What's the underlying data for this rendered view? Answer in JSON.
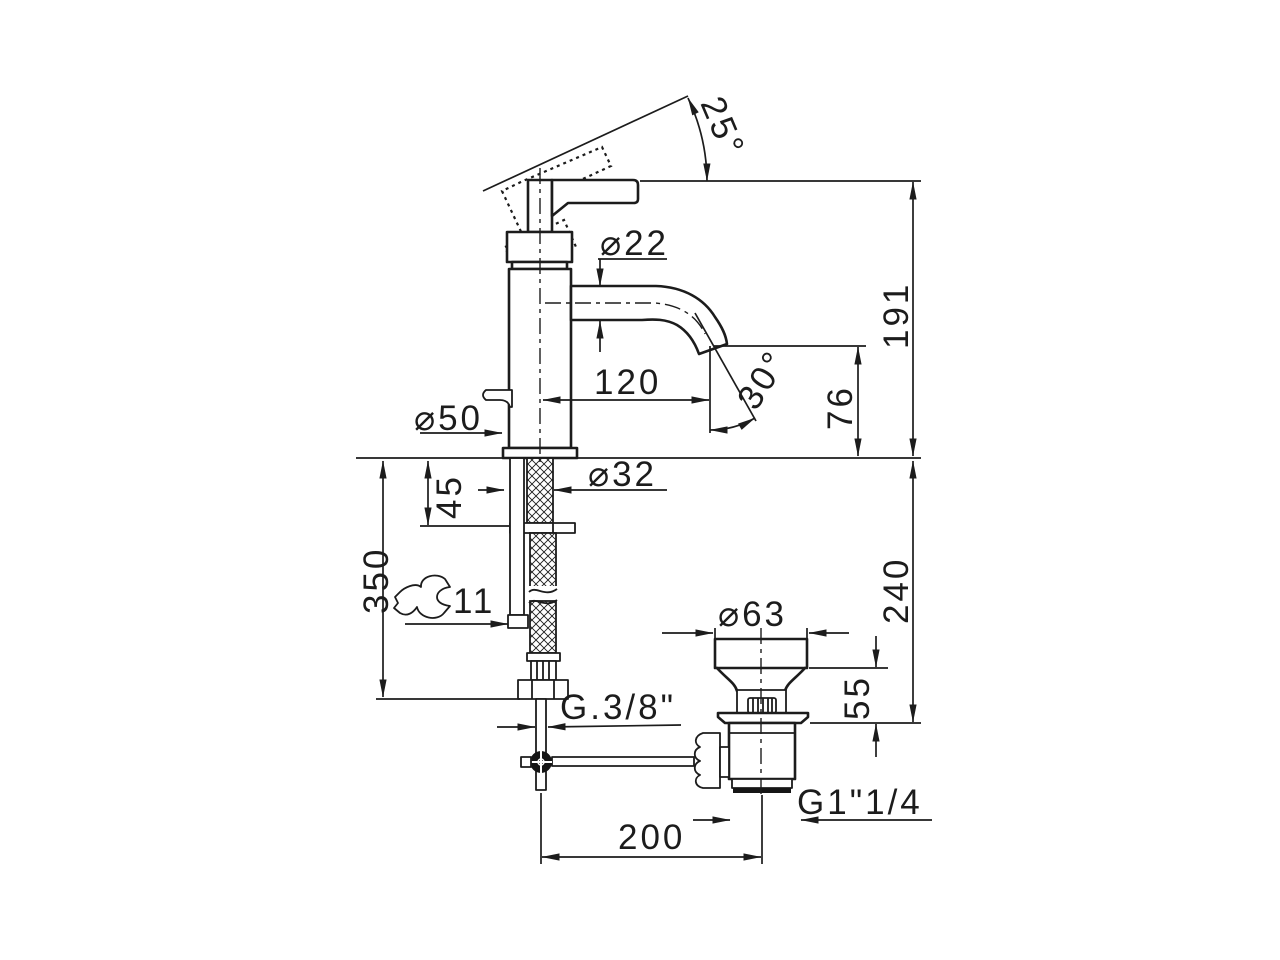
{
  "drawing": {
    "type": "technical-dimension-drawing",
    "subject": "single-lever basin mixer faucet with flexible supply hose and pop-up waste drain",
    "units": "mm",
    "colors": {
      "line": "#1c1c1c",
      "background": "#ffffff"
    },
    "dimensions": {
      "handle_angle": "25°",
      "spout_diameter": "⌀22",
      "total_height": "191",
      "spout_reach": "120",
      "outlet_angle": "30°",
      "outlet_height": "76",
      "base_diameter": "⌀50",
      "shank_diameter": "⌀32",
      "clamp_thickness": "45",
      "hose_length": "350",
      "hex_wrench_size": "11",
      "basin_depth": "240",
      "waste_cap_diameter": "⌀63",
      "waste_body_height": "55",
      "supply_thread": "G.3/8\"",
      "waste_thread": "G1\"1/4",
      "rod_horizontal_reach": "200"
    },
    "icons": {
      "wrench": "open-end-wrench-icon"
    }
  }
}
